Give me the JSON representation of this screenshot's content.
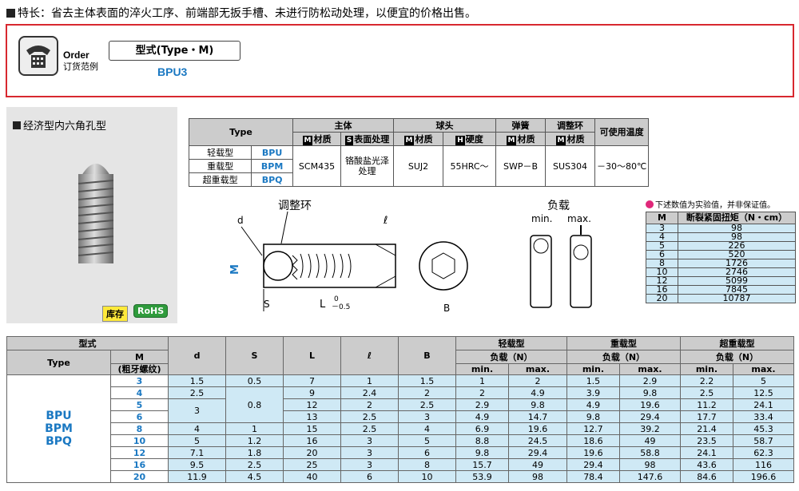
{
  "feature": "特长：省去主体表面的淬火工序、前端部无扳手槽、未进行防松动处理，以便宜的价格出售。",
  "order": {
    "en": "Order",
    "zh": "订货范例",
    "type_label": "型式(Type・M)",
    "example": "BPU3"
  },
  "panel": {
    "title": "经济型内六角孔型",
    "stock": "库存",
    "rohs": "RoHS"
  },
  "spec": {
    "type_header": "Type",
    "groups": [
      "主体",
      "球头",
      "弹簧",
      "调整环",
      "可使用温度"
    ],
    "sub": [
      {
        "mark": "M",
        "text": "材质"
      },
      {
        "mark": "S",
        "text": "表面处理"
      },
      {
        "mark": "M",
        "text": "材质"
      },
      {
        "mark": "H",
        "text": "硬度"
      },
      {
        "mark": "M",
        "text": "材质"
      },
      {
        "mark": "M",
        "text": "材质"
      }
    ],
    "rows": [
      {
        "name": "轻载型",
        "code": "BPU"
      },
      {
        "name": "重载型",
        "code": "BPM"
      },
      {
        "name": "超重载型",
        "code": "BPQ"
      }
    ],
    "values": [
      "SCM435",
      "铬酸盐光泽处理",
      "SUJ2",
      "55HRC～",
      "SWP－B",
      "SUS304",
      "－30～80℃"
    ]
  },
  "drawing": {
    "ring": "调整环",
    "d": "d",
    "l": "ℓ",
    "m": "M",
    "s": "S",
    "L": "L",
    "tol_top": "0",
    "tol_bot": "－0.5",
    "b": "B",
    "load": "负载",
    "min": "min.",
    "max": "max."
  },
  "torque": {
    "note": "下述数值为实验值，并非保证值。",
    "headers": [
      "M",
      "断裂紧固扭矩（N・cm）"
    ],
    "rows": [
      [
        "3",
        "98"
      ],
      [
        "4",
        "98"
      ],
      [
        "5",
        "226"
      ],
      [
        "6",
        "520"
      ],
      [
        "8",
        "1726"
      ],
      [
        "10",
        "2746"
      ],
      [
        "12",
        "5099"
      ],
      [
        "16",
        "7845"
      ],
      [
        "20",
        "10787"
      ]
    ]
  },
  "main": {
    "h_model": "型式",
    "h_type": "Type",
    "h_m": "M",
    "h_m2": "(粗牙螺纹)",
    "h_d": "d",
    "h_s": "S",
    "h_L": "L",
    "h_l": "ℓ",
    "h_b": "B",
    "groups": [
      "轻载型",
      "重载型",
      "超重载型"
    ],
    "load": "负载（N）",
    "min": "min.",
    "max": "max.",
    "types": [
      "BPU",
      "BPM",
      "BPQ"
    ],
    "rows": [
      [
        "3",
        "1.5",
        "0.5",
        "7",
        "1",
        "1.5",
        "1",
        "2",
        "1.5",
        "2.9",
        "2.2",
        "5"
      ],
      [
        "4",
        "2.5",
        "",
        "9",
        "2.4",
        "2",
        "2",
        "4.9",
        "3.9",
        "9.8",
        "2.5",
        "12.5"
      ],
      [
        "5",
        "",
        "0.8",
        "12",
        "2",
        "2.5",
        "2.9",
        "9.8",
        "4.9",
        "19.6",
        "11.2",
        "24.1"
      ],
      [
        "6",
        "3",
        "",
        "13",
        "2.5",
        "3",
        "4.9",
        "14.7",
        "9.8",
        "29.4",
        "17.7",
        "33.4"
      ],
      [
        "8",
        "4",
        "1",
        "15",
        "2.5",
        "4",
        "6.9",
        "19.6",
        "12.7",
        "39.2",
        "21.4",
        "45.3"
      ],
      [
        "10",
        "5",
        "1.2",
        "16",
        "3",
        "5",
        "8.8",
        "24.5",
        "18.6",
        "49",
        "23.5",
        "58.7"
      ],
      [
        "12",
        "7.1",
        "1.8",
        "20",
        "3",
        "6",
        "9.8",
        "29.4",
        "19.6",
        "58.8",
        "24.1",
        "62.3"
      ],
      [
        "16",
        "9.5",
        "2.5",
        "25",
        "3",
        "8",
        "15.7",
        "49",
        "29.4",
        "98",
        "43.6",
        "116"
      ],
      [
        "20",
        "11.9",
        "4.5",
        "40",
        "6",
        "10",
        "53.9",
        "98",
        "78.4",
        "147.6",
        "84.6",
        "196.6"
      ]
    ]
  },
  "colors": {
    "accent": "#1a78c2",
    "border": "#d8282f",
    "cell": "#cfe9f5"
  }
}
